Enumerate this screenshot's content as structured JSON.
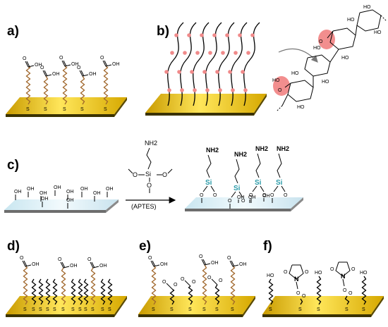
{
  "panels": {
    "a": "a)",
    "b": "b)",
    "c": "c)",
    "d": "d)",
    "e": "e)",
    "f": "f)"
  },
  "chem": {
    "cooh_o": "O",
    "cooh_oh": "OH",
    "s": "S",
    "oh": "OH",
    "ho": "HO",
    "nh2": "NH2",
    "si": "Si",
    "o": "O",
    "n": "N",
    "aptes": "(APTES)"
  },
  "colors": {
    "gold": "#e8c400",
    "gold_dark": "#5a4a00",
    "glass": "#d7ecf3",
    "brown_chain": "#a0662a",
    "silicon": "#2a9aa8",
    "highlight": "#f07a7a"
  }
}
